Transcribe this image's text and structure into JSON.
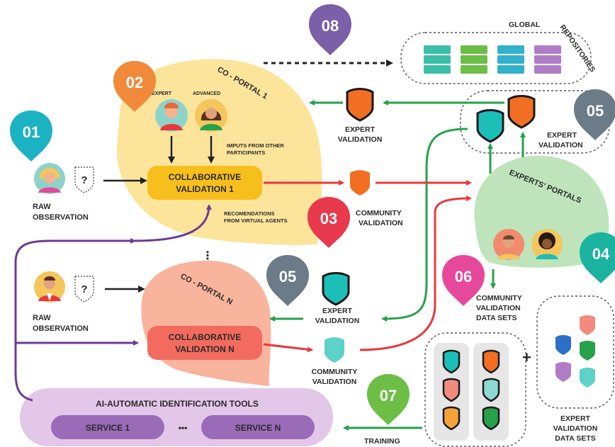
{
  "colors": {
    "yellow_bubble": "#FCE49B",
    "salmon_bubble": "#F8B49D",
    "green_bubble": "#BFE4BC",
    "lilac_bubble": "#E3C7E8",
    "arrow_green": "#27A14A",
    "arrow_red": "#E8383D",
    "arrow_purple": "#6E3B93",
    "pin_01": "#1BB3C2",
    "pin_02": "#F08A3A",
    "pin_03": "#E8394D",
    "pin_04": "#1BB3A0",
    "pin_05": "#6B7B87",
    "pin_06": "#E6489B",
    "pin_07": "#6DBE45",
    "pin_08": "#7B5FA8"
  },
  "pins": {
    "p01": "01",
    "p02": "02",
    "p03": "03",
    "p04": "04",
    "p05a": "05",
    "p05b": "05",
    "p06": "06",
    "p07": "07",
    "p08": "08"
  },
  "labels": {
    "global_repositories": [
      "GLOBAL",
      "REPOSITORIES"
    ],
    "co_portal_1": "CO - PORTAL 1",
    "co_portal_n": "CO - PORTAL N",
    "expert_tag": "EXPERT",
    "advanced_tag": "ADVANCED",
    "imputs": [
      "IMPUTS FROM OTHER",
      "PARTICIPANTS"
    ],
    "collab_1": [
      "COLLABORATIVE",
      "VALIDATION 1"
    ],
    "collab_n": [
      "COLLABORATIVE",
      "VALIDATION N"
    ],
    "recomendations": [
      "RECOMENDATIONS",
      "FROM VIRTUAL AGENTS"
    ],
    "raw_obs_1": [
      "RAW",
      "OBSERVATION"
    ],
    "raw_obs_2": [
      "RAW",
      "OBSERVATION"
    ],
    "question": "?",
    "expert_val_top": [
      "EXPERT",
      "VALIDATION"
    ],
    "expert_val_right": [
      "EXPERT",
      "VALIDATION"
    ],
    "expert_val_mid": [
      "EXPERT",
      "VALIDATION"
    ],
    "community_val_top": [
      "COMMUNITY",
      "VALIDATION"
    ],
    "community_val_bottom": [
      "COMMUNITY",
      "VALIDATION"
    ],
    "experts_portals": "EXPERTS' PORTALS",
    "community_data_sets": [
      "COMMUNITY",
      "VALIDATION",
      "DATA SETS"
    ],
    "expert_data_sets": [
      "EXPERT",
      "VALIDATION",
      "DATA SETS"
    ],
    "plus": "+",
    "ai_tools": "AI-AUTOMATIC IDENTIFICATION TOOLS",
    "service_1": "SERVICE 1",
    "ellipsis": "•••",
    "service_n": "SERVICE N",
    "training": "TRAINING",
    "vdots": "⋮"
  }
}
